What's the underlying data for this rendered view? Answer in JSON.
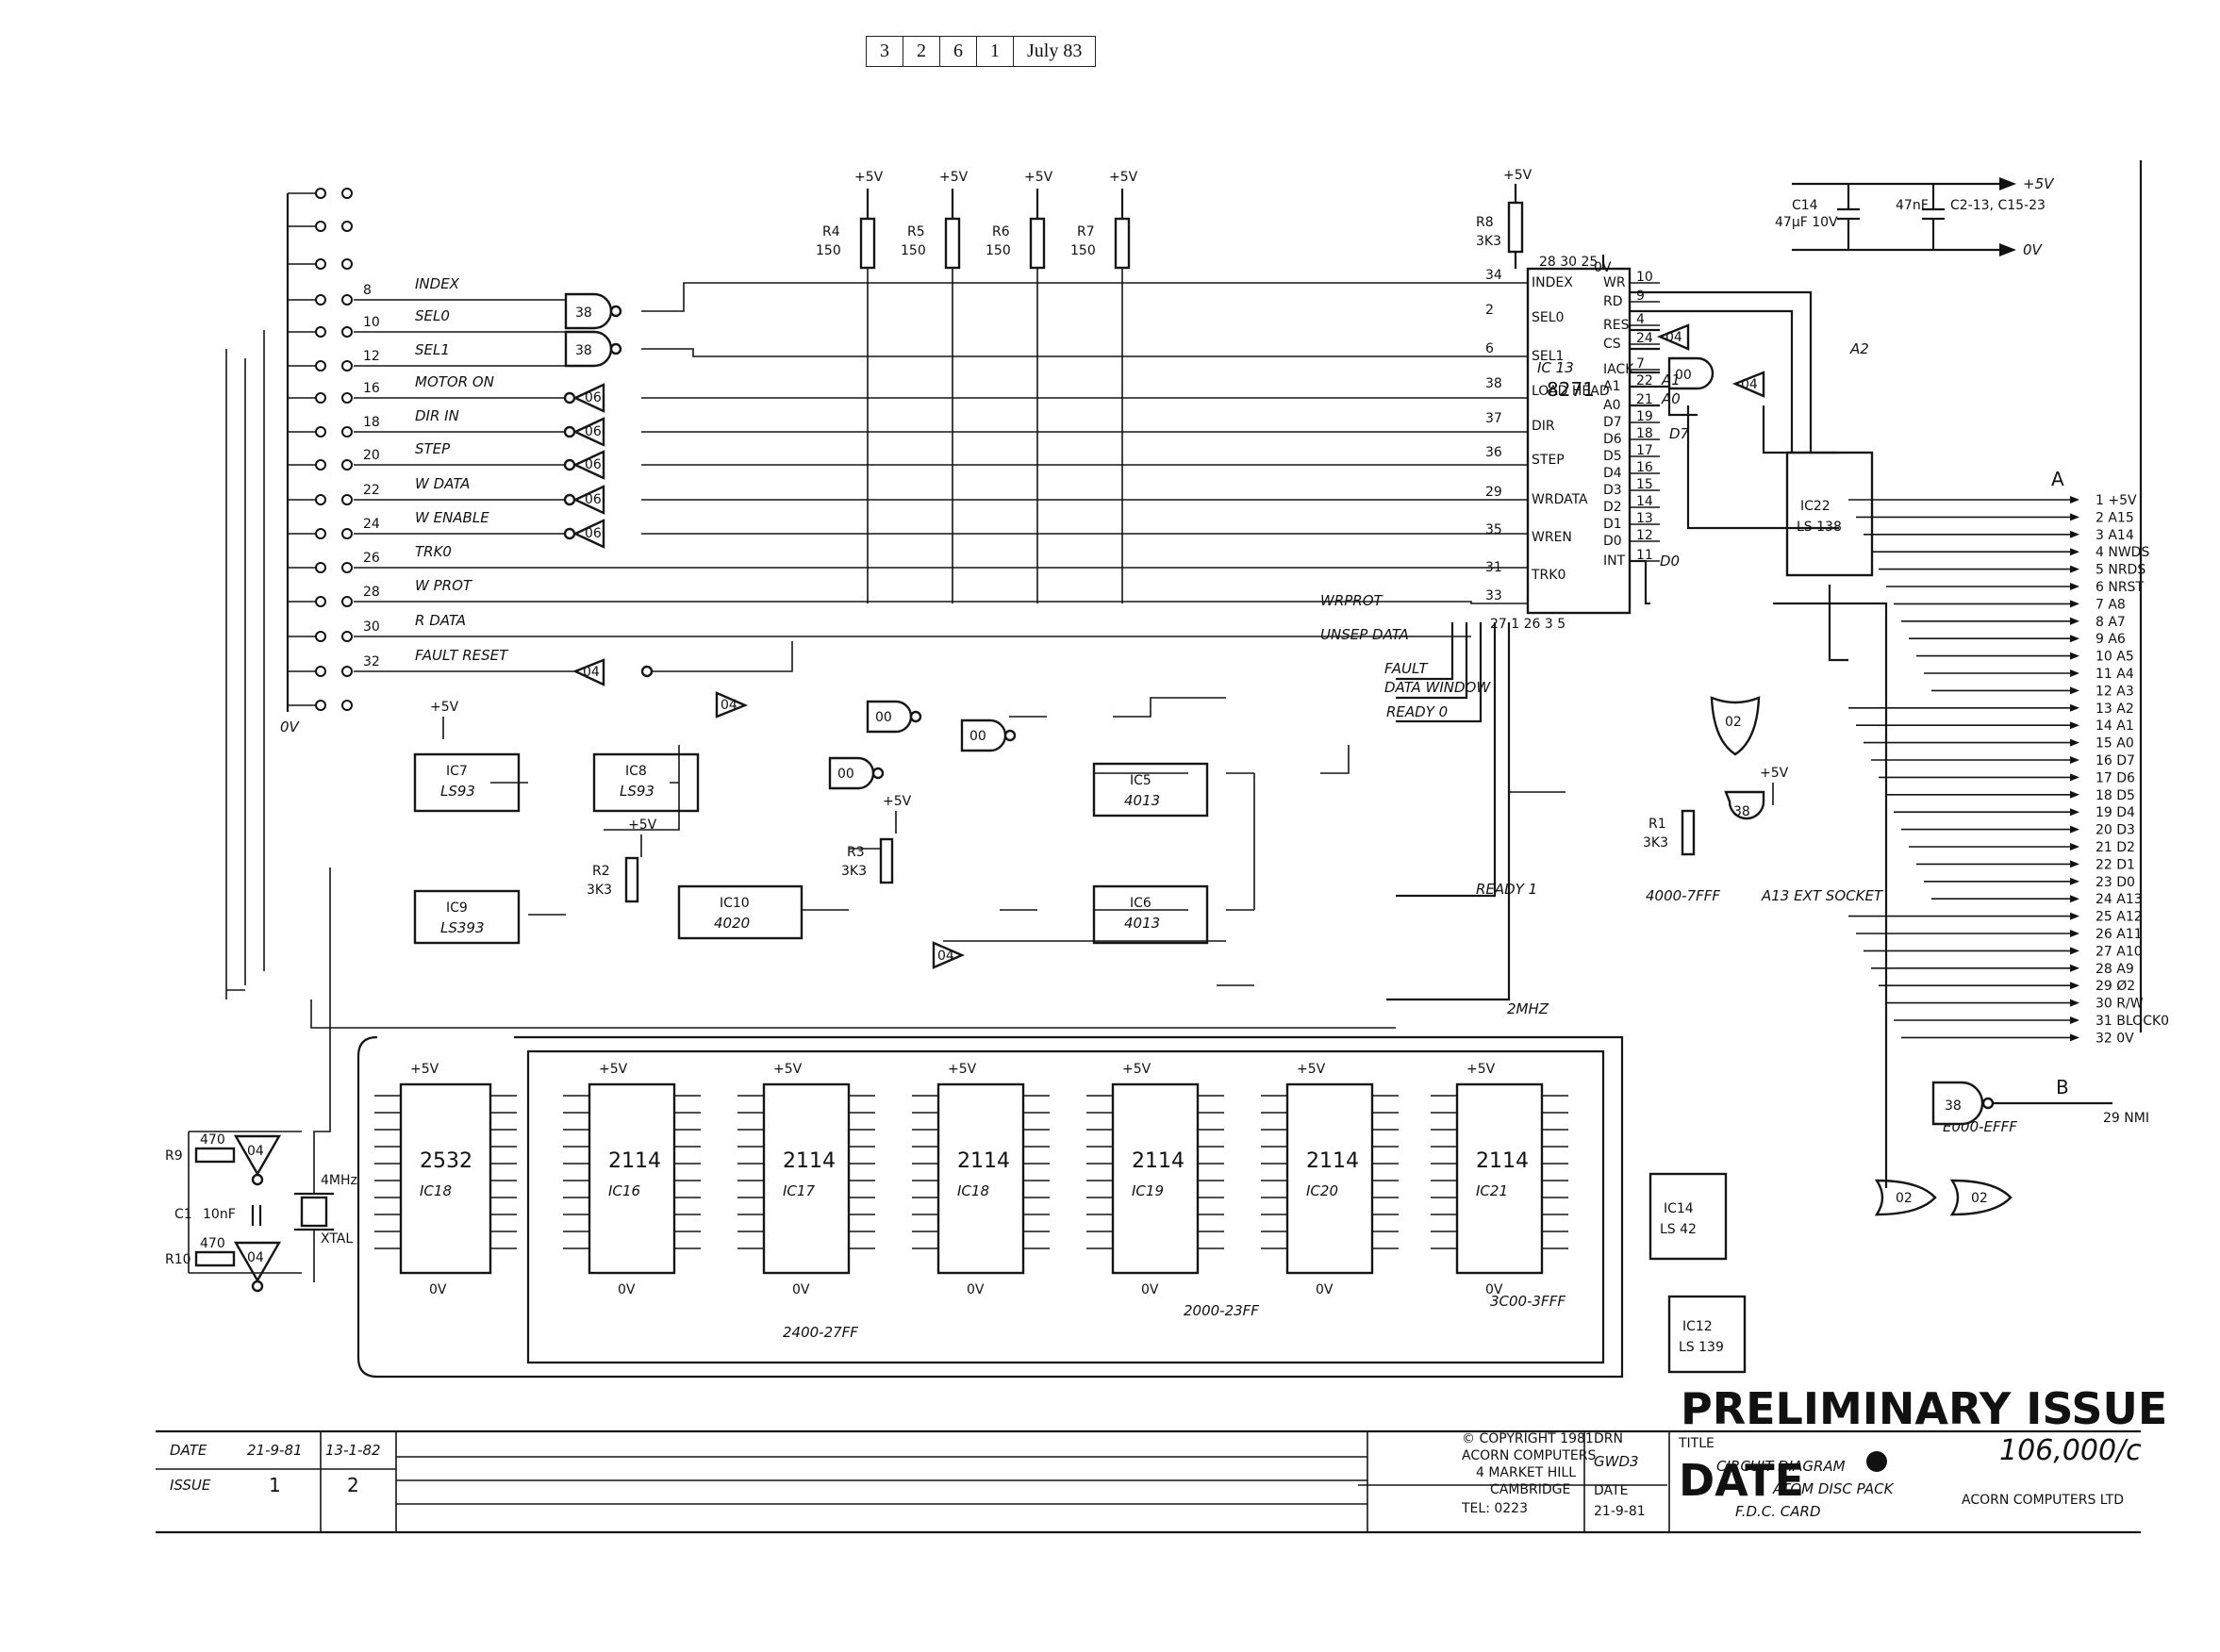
{
  "header": {
    "ref_cells": [
      "3",
      "2",
      "6",
      "1",
      "July 83"
    ]
  },
  "connector_left": {
    "signals": [
      {
        "pin": "8",
        "name": "INDEX"
      },
      {
        "pin": "10",
        "name": "SEL0"
      },
      {
        "pin": "12",
        "name": "SEL1"
      },
      {
        "pin": "16",
        "name": "MOTOR ON"
      },
      {
        "pin": "18",
        "name": "DIR IN"
      },
      {
        "pin": "20",
        "name": "STEP"
      },
      {
        "pin": "22",
        "name": "W DATA"
      },
      {
        "pin": "24",
        "name": "W ENABLE"
      },
      {
        "pin": "26",
        "name": "TRK0"
      },
      {
        "pin": "28",
        "name": "W PROT"
      },
      {
        "pin": "30",
        "name": "R DATA"
      },
      {
        "pin": "32",
        "name": "FAULT RESET"
      }
    ],
    "ground_label": "0V"
  },
  "resistors": [
    {
      "name": "R4",
      "value": "150",
      "supply": "+5V"
    },
    {
      "name": "R5",
      "value": "150",
      "supply": "+5V"
    },
    {
      "name": "R6",
      "value": "150",
      "supply": "+5V"
    },
    {
      "name": "R7",
      "value": "150",
      "supply": "+5V"
    },
    {
      "name": "R8",
      "value": "3K3",
      "supply": "+5V"
    }
  ],
  "fdc": {
    "chip": "8271",
    "ic": "IC 13",
    "left_pins": [
      {
        "num": "34",
        "name": "INDEX"
      },
      {
        "num": "2",
        "name": "SEL0"
      },
      {
        "num": "6",
        "name": "SEL1"
      },
      {
        "num": "38",
        "name": "LOAD HEAD"
      },
      {
        "num": "37",
        "name": "DIR"
      },
      {
        "num": "36",
        "name": "STEP"
      },
      {
        "num": "29",
        "name": "WRDATA"
      },
      {
        "num": "35",
        "name": "WREN"
      },
      {
        "num": "31",
        "name": "TRK0"
      },
      {
        "num": "33",
        "name": ""
      }
    ],
    "right_pins": [
      {
        "num": "10",
        "name": "WR"
      },
      {
        "num": "9",
        "name": "RD"
      },
      {
        "num": "4",
        "name": "RES"
      },
      {
        "num": "24",
        "name": "CS"
      },
      {
        "num": "7",
        "name": "IACK"
      },
      {
        "num": "22",
        "name": "A1"
      },
      {
        "num": "21",
        "name": "A0"
      },
      {
        "num": "19",
        "name": "D7"
      },
      {
        "num": "18",
        "name": "D6"
      },
      {
        "num": "17",
        "name": "D5"
      },
      {
        "num": "16",
        "name": "D4"
      },
      {
        "num": "15",
        "name": "D3"
      },
      {
        "num": "14",
        "name": "D2"
      },
      {
        "num": "13",
        "name": "D1"
      },
      {
        "num": "12",
        "name": "D0"
      },
      {
        "num": "11",
        "name": "INT"
      }
    ],
    "top_pins": "28  30 25",
    "bottom_pins": "27 1 26 3 5"
  },
  "signals": {
    "wrprot": "WRPROT",
    "unsep_data": "UNSEP DATA",
    "fault": "FAULT",
    "data_window": "DATA WINDOW",
    "ready0": "READY 0",
    "ready1": "READY 1",
    "clk2": "2MHZ",
    "a2": "A2",
    "a1": "A1",
    "a0": "A0",
    "d7": "D7",
    "d0": "D0"
  },
  "logic_chips": [
    {
      "ic": "IC7",
      "part": "LS93"
    },
    {
      "ic": "IC8",
      "part": "LS93"
    },
    {
      "ic": "IC9",
      "part": "LS393"
    },
    {
      "ic": "IC10",
      "part": "4020"
    },
    {
      "ic": "IC5",
      "part": "4013"
    },
    {
      "ic": "IC6",
      "part": "4013"
    },
    {
      "ic": "IC22",
      "part": "LS 138"
    },
    {
      "ic": "IC14",
      "part": "LS 42"
    },
    {
      "ic": "IC12",
      "part": "LS 139"
    }
  ],
  "gates": {
    "ic1_38": "38",
    "ic3_04": "04",
    "ic3_06": "06",
    "ic2_00": "00",
    "ic11_02": "02"
  },
  "memories": [
    {
      "part": "2532",
      "ic": "IC18"
    },
    {
      "part": "2114",
      "ic": "IC16"
    },
    {
      "part": "2114",
      "ic": "IC17"
    },
    {
      "part": "2114",
      "ic": "IC18"
    },
    {
      "part": "2114",
      "ic": "IC19"
    },
    {
      "part": "2114",
      "ic": "IC20"
    },
    {
      "part": "2114",
      "ic": "IC21"
    }
  ],
  "address_notes": {
    "range_2400": "2400-27FF",
    "range_2000": "2000-23FF",
    "range_3c00": "3C00-3FFF",
    "range_4000": "4000-7FFF",
    "range_e000": "E000-EFFF",
    "a13_note": "A13 EXT SOCKET"
  },
  "clock": {
    "r9": "R9",
    "r9v": "470",
    "r10": "R10",
    "r10v": "470",
    "c1": "C1",
    "c1v": "10nF",
    "xtal": "XTAL",
    "freq": "4MHz"
  },
  "power": {
    "c14": "C14",
    "c14v": "47µF 10V",
    "c2": "47nF",
    "c2r": "C2-13, C15-23",
    "p5v": "+5V",
    "gnd": "0V",
    "r1": "R1",
    "r1v": "3K3",
    "r2": "R2",
    "r2v": "3K3",
    "r3": "R3",
    "r3v": "3K3"
  },
  "bus_connector": {
    "label": "A",
    "pins": [
      "1 +5V",
      "2 A15",
      "3 A14",
      "4 NWDS",
      "5 NRDS",
      "6 NRST",
      "7 A8",
      "8 A7",
      "9 A6",
      "10 A5",
      "11 A4",
      "12 A3",
      "13 A2",
      "14 A1",
      "15 A0",
      "16 D7",
      "17 D6",
      "18 D5",
      "19 D4",
      "20 D3",
      "21 D2",
      "22 D1",
      "23 D0",
      "24 A13",
      "25 A12",
      "26 A11",
      "27 A10",
      "28 A9",
      "29 Ø2",
      "30 R/W",
      "31 BLOCK0",
      "32 0V"
    ],
    "b_label": "B",
    "nmi": "29 NMI"
  },
  "title_block": {
    "date_label": "DATE",
    "issue_label": "ISSUE",
    "dates": [
      "21-9-81",
      "13-1-82"
    ],
    "issues": [
      "1",
      "2"
    ],
    "copyright": [
      "© COPYRIGHT 1981",
      "ACORN COMPUTERS",
      "4 MARKET HILL",
      "CAMBRIDGE",
      "TEL: 0223"
    ],
    "drn_label": "DRN",
    "drn_value": "GWD3",
    "date2_label": "DATE",
    "date2_value": "21-9-81",
    "title_label": "TITLE",
    "title_lines": [
      "CIRCUIT DIAGRAM",
      "ATOM DISC PACK",
      "F.D.C. CARD"
    ],
    "stamp_preliminary": "PRELIMINARY ISSUE",
    "stamp_date": "DATE",
    "ref_number": "106,000/c",
    "company": "ACORN COMPUTERS LTD"
  }
}
